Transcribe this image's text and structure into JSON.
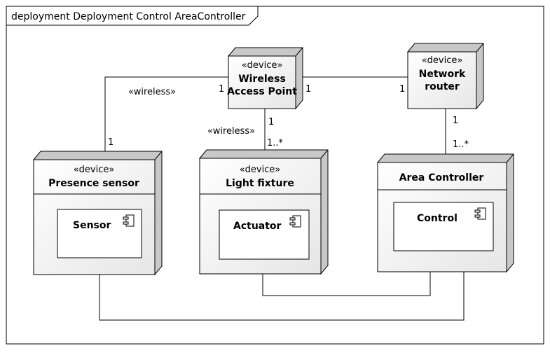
{
  "frame": {
    "title": "deployment Deployment Control AreaController"
  },
  "nodes": {
    "wap": {
      "stereotype": "«device»",
      "name_line1": "Wireless",
      "name_line2": "Access Point"
    },
    "router": {
      "stereotype": "«device»",
      "name_line1": "Network",
      "name_line2": "router"
    },
    "presence": {
      "stereotype": "«device»",
      "name": "Presence sensor"
    },
    "light": {
      "stereotype": "«device»",
      "name": "Light fixture"
    },
    "area": {
      "name": "Area Controller"
    }
  },
  "components": {
    "sensor": "Sensor",
    "actuator": "Actuator",
    "control": "Control"
  },
  "associations": {
    "wap_presence": {
      "label": "«wireless»",
      "mult_wap": "1",
      "mult_presence": "1"
    },
    "wap_light": {
      "label": "«wireless»",
      "mult_wap": "1",
      "mult_light": "1..*"
    },
    "wap_router": {
      "mult_wap": "1",
      "mult_router": "1"
    },
    "router_area": {
      "mult_router": "1",
      "mult_area": "1..*"
    }
  }
}
